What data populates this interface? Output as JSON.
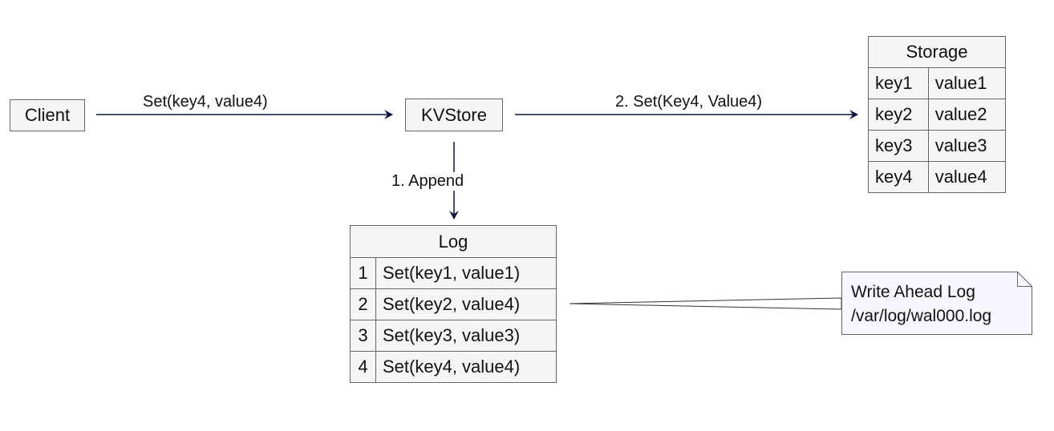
{
  "nodes": {
    "client": "Client",
    "kvstore": "KVStore"
  },
  "edges": {
    "client_to_kvstore": "Set(key4, value4)",
    "kvstore_to_log": "1. Append",
    "kvstore_to_storage": "2. Set(Key4, Value4)"
  },
  "storage": {
    "title": "Storage",
    "rows": [
      {
        "key": "key1",
        "value": "value1"
      },
      {
        "key": "key2",
        "value": "value2"
      },
      {
        "key": "key3",
        "value": "value3"
      },
      {
        "key": "key4",
        "value": "value4"
      }
    ]
  },
  "log": {
    "title": "Log",
    "rows": [
      {
        "index": "1",
        "entry": "Set(key1, value1)"
      },
      {
        "index": "2",
        "entry": "Set(key2, value4)"
      },
      {
        "index": "3",
        "entry": "Set(key3, value3)"
      },
      {
        "index": "4",
        "entry": "Set(key4, value4)"
      }
    ]
  },
  "note": {
    "line1": "Write Ahead Log",
    "line2": "/var/log/wal000.log"
  },
  "colors": {
    "arrow": "#0e1440",
    "box_fill": "#f5f5f5",
    "box_border": "#666666",
    "note_fill": "#f7f8ff"
  }
}
